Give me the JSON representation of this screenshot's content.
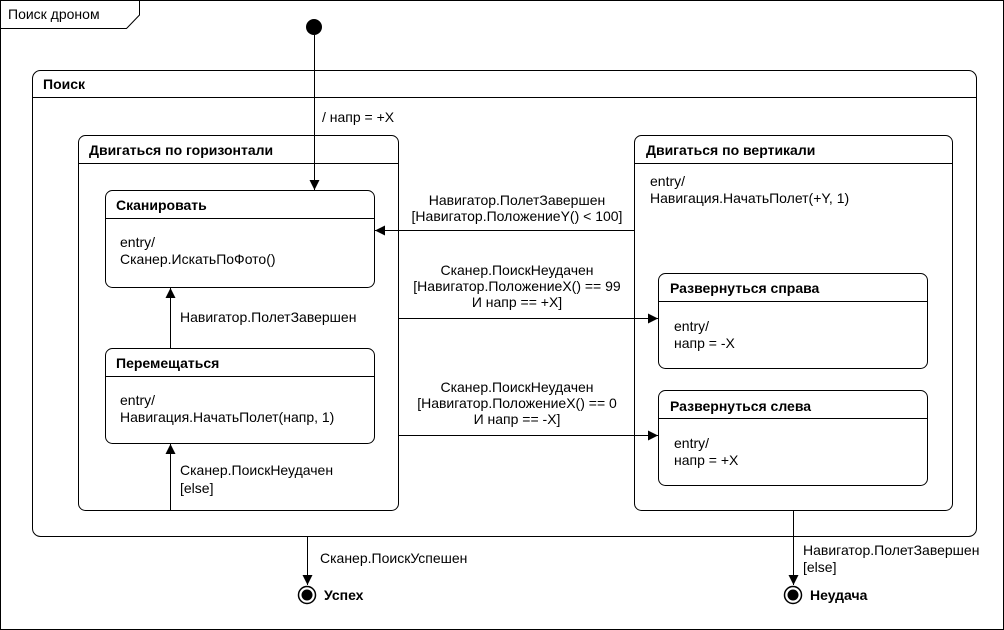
{
  "frame": {
    "title": "Поиск дроном"
  },
  "states": {
    "search": {
      "title": "Поиск"
    },
    "horizontal": {
      "title": "Двигаться по горизонтали"
    },
    "scan": {
      "title": "Сканировать",
      "entry": "entry/",
      "action": "Сканер.ИскатьПоФото()"
    },
    "move": {
      "title": "Перемещаться",
      "entry": "entry/",
      "action": "Навигация.НачатьПолет(напр, 1)"
    },
    "vertical": {
      "title": "Двигаться по вертикали",
      "entry": "entry/",
      "action": "Навигация.НачатьПолет(+Y, 1)"
    },
    "turn_right": {
      "title": "Развернуться справа",
      "entry": "entry/",
      "action": "напр = -X"
    },
    "turn_left": {
      "title": "Развернуться слева",
      "entry": "entry/",
      "action": "напр = +X"
    },
    "success": {
      "title": "Успех"
    },
    "failure": {
      "title": "Неудача"
    }
  },
  "transitions": {
    "initial": "/ напр = +X",
    "vert_to_scan": {
      "line1": "Навигатор.ПолетЗавершен",
      "line2": "[Навигатор.ПоложениеY() < 100]"
    },
    "move_to_scan": "Навигатор.ПолетЗавершен",
    "scan_to_move": {
      "line1": "Сканер.ПоискНеудачен",
      "line2": "[else]"
    },
    "to_turn_right": {
      "line1": "Сканер.ПоискНеудачен",
      "line2": "[Навигатор.ПоложениеX() == 99",
      "line3": "И напр == +X]"
    },
    "to_turn_left": {
      "line1": "Сканер.ПоискНеудачен",
      "line2": "[Навигатор.ПоложениеX() == 0",
      "line3": "И напр == -X]"
    },
    "to_success": "Сканер.ПоискУспешен",
    "to_failure": {
      "line1": "Навигатор.ПолетЗавершен",
      "line2": "[else]"
    }
  }
}
